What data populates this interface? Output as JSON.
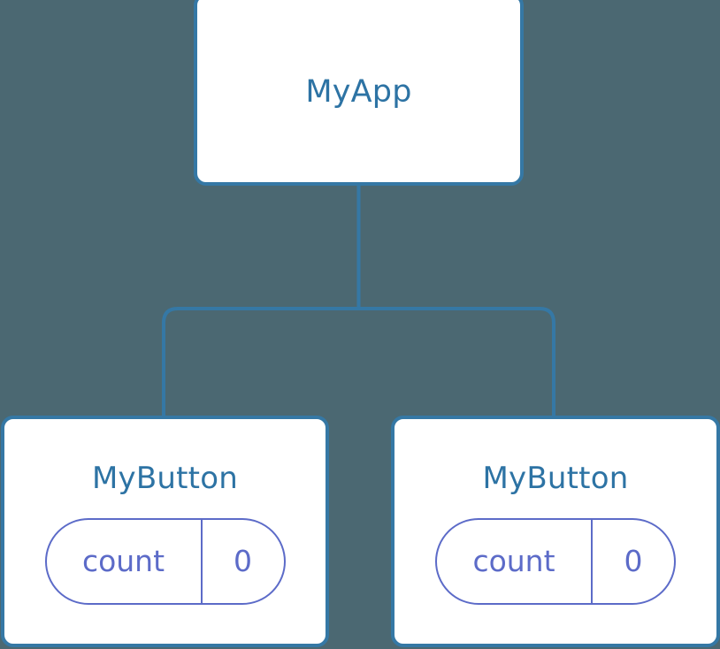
{
  "diagram": {
    "kind": "component-tree",
    "background_color": "#4b6872",
    "edge_color": "#3578a5",
    "node_border_color": "#3578a5",
    "node_fill_color": "#ffffff",
    "title_color": "#2d73a4",
    "state_color": "#5c6bc8",
    "root": {
      "name": "root-node",
      "title": "MyApp"
    },
    "children": [
      {
        "name": "child-node-left",
        "title": "MyButton",
        "state": {
          "key": "count",
          "value": "0"
        }
      },
      {
        "name": "child-node-right",
        "title": "MyButton",
        "state": {
          "key": "count",
          "value": "0"
        }
      }
    ],
    "edges": [
      {
        "from": "MyApp",
        "to": "MyButton (left)"
      },
      {
        "from": "MyApp",
        "to": "MyButton (right)"
      }
    ]
  }
}
